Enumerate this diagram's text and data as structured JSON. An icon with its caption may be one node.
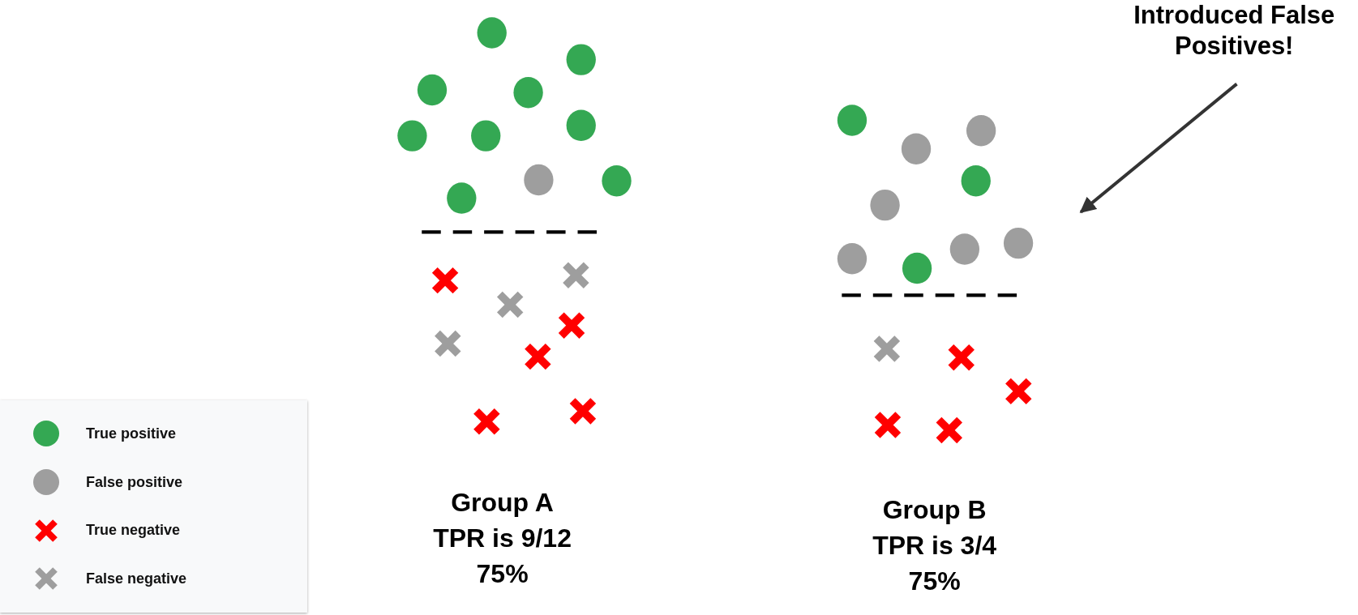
{
  "diagram": {
    "nodes": [
      {
        "text": [],
        "shape": "picture"
      },
      {
        "text": [
          "Introduced False Positives!"
        ]
      },
      {
        "text": [],
        "shape": "picture"
      }
    ],
    "edges": [
      {
        "from": 1,
        "to": 2,
        "arrow": "to"
      }
    ],
    "labels": [
      "Group A",
      "TPR is 9/12",
      "75%",
      "Group B",
      "TPR is 3/4",
      "75%"
    ],
    "legend": [
      {
        "text": "True positive",
        "color": "#34a853"
      },
      {
        "text": "False positive",
        "color": "#9e9e9e"
      },
      {
        "text": "True negative",
        "color": "#ff0000"
      },
      {
        "text": "False negative",
        "color": "#9e9e9e"
      }
    ]
  }
}
